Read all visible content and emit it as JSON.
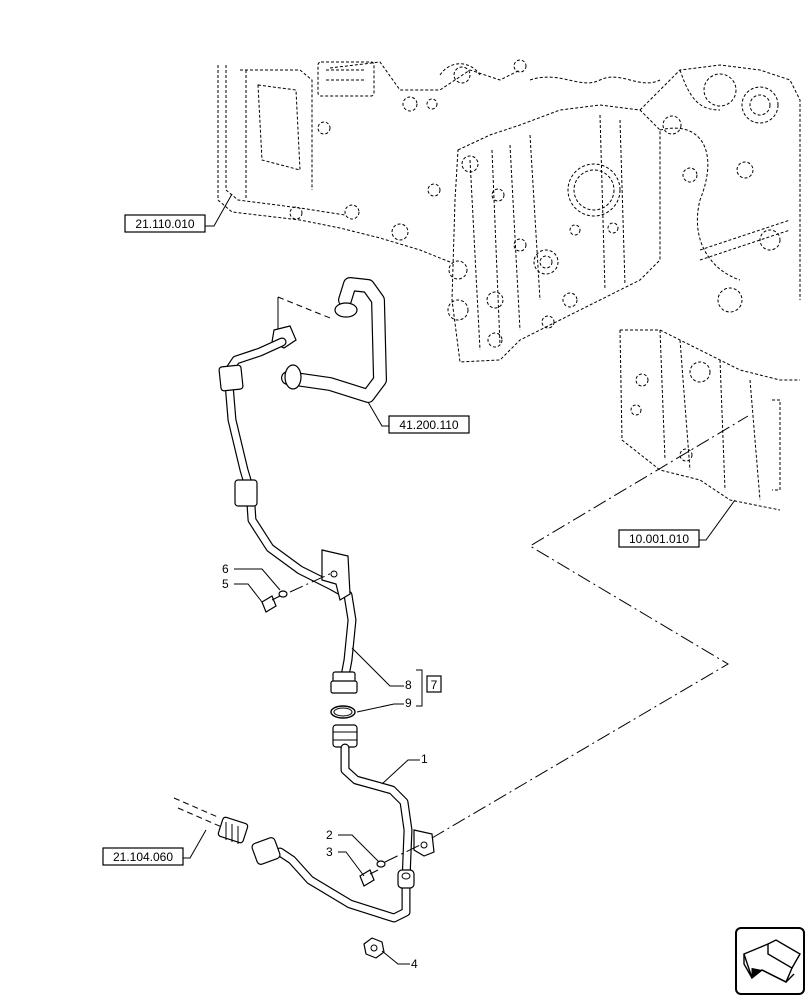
{
  "references": {
    "r1": "21.110.010",
    "r2": "41.200.110",
    "r3": "10.001.010",
    "r4": "21.104.060"
  },
  "callouts": {
    "c1": "1",
    "c2": "2",
    "c3": "3",
    "c4": "4",
    "c5": "5",
    "c6": "6",
    "c7": "7",
    "c8": "8",
    "c9": "9"
  },
  "icon": "navigation-arrow-icon"
}
